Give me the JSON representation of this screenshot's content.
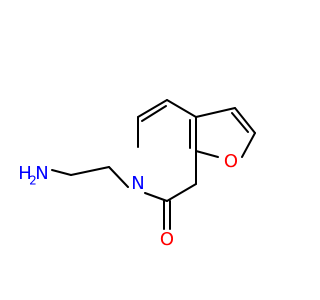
{
  "molecule": {
    "atoms": {
      "nitrogen_ring": {
        "label": "N",
        "color": "#0000ff"
      },
      "nitrogen_amine": {
        "label": "N",
        "color": "#0000ff"
      },
      "hydrogen_amine": {
        "label": "H",
        "subscript": "2",
        "color": "#0000ff"
      },
      "oxygen_furan": {
        "label": "O",
        "color": "#ff0000"
      },
      "oxygen_carbonyl": {
        "label": "O",
        "color": "#ff0000"
      }
    }
  },
  "colors": {
    "bond": "#000000",
    "nitrogen": "#0000ff",
    "oxygen": "#ff0000",
    "background": "#ffffff"
  }
}
